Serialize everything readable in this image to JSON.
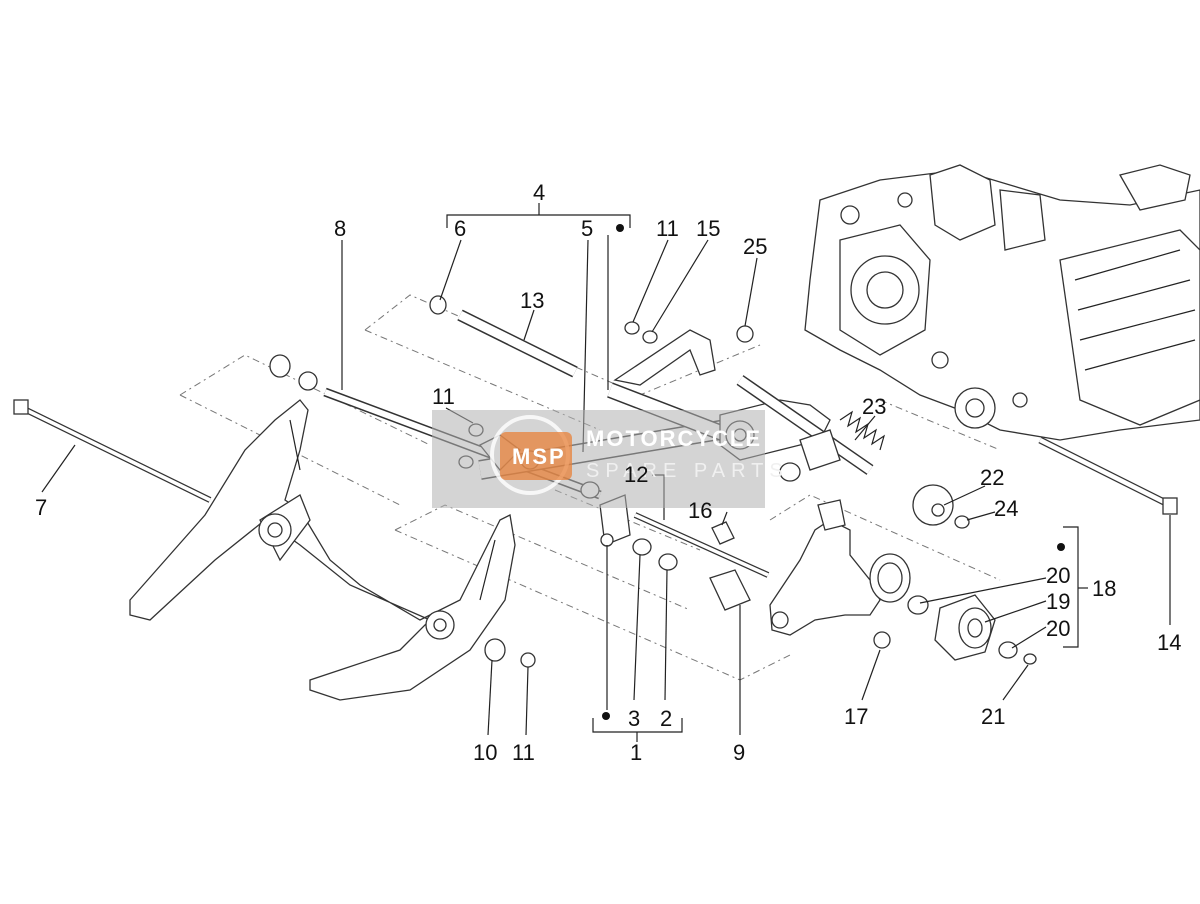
{
  "diagram": {
    "callouts": {
      "c1": "1",
      "c2": "2",
      "c3": "3",
      "c4": "4",
      "c5": "5",
      "c6": "6",
      "c7": "7",
      "c8": "8",
      "c9": "9",
      "c10": "10",
      "c11a": "11",
      "c11b": "11",
      "c11c": "11",
      "c12": "12",
      "c13": "13",
      "c14": "14",
      "c15": "15",
      "c16": "16",
      "c17": "17",
      "c18": "18",
      "c19": "19",
      "c20a": "20",
      "c20b": "20",
      "c21": "21",
      "c22": "22",
      "c23": "23",
      "c24": "24",
      "c25": "25"
    },
    "watermark": {
      "line1": "MOTORCYCLE",
      "line2": "SPARE PARTS",
      "logo_text": "MSP"
    }
  }
}
